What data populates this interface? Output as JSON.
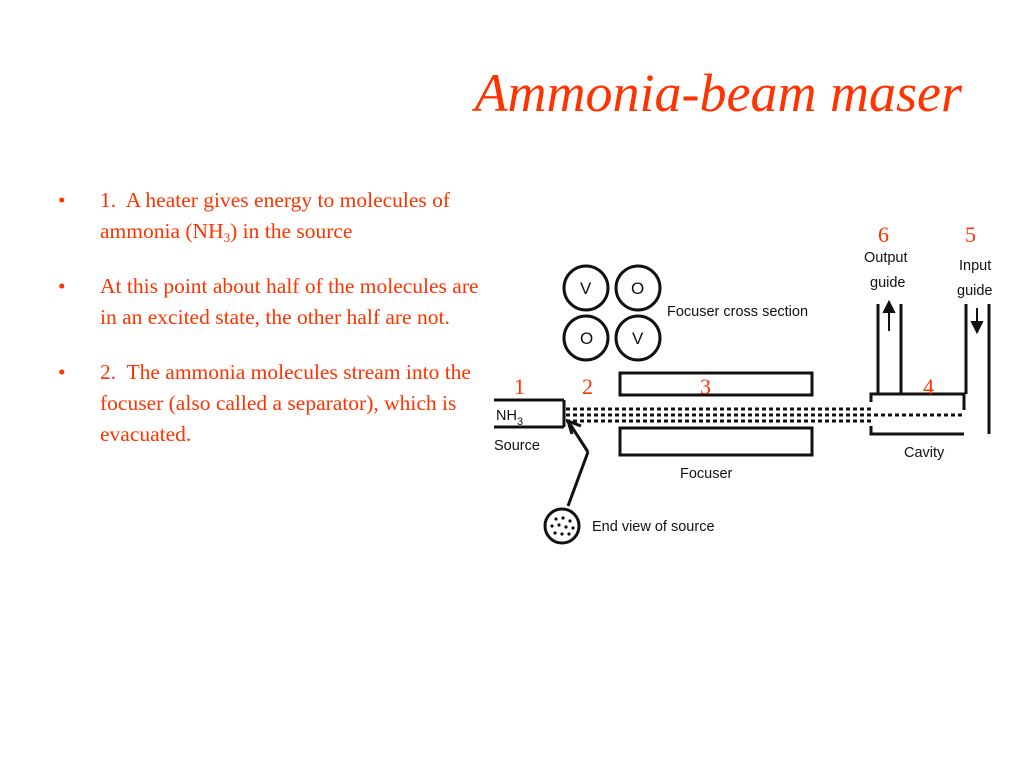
{
  "slide": {
    "title": "Ammonia-beam maser",
    "bullets": [
      {
        "text_html": "1.&nbsp; A heater gives energy to molecules of ammonia (NH<sub>3</sub>) in the source"
      },
      {
        "text_html": "At this point about half of the molecules are in an excited state, the other half are not."
      },
      {
        "text_html": "2.&nbsp; The ammonia molecules stream into the focuser (also called a separator), which is evacuated."
      }
    ],
    "bullet_glyph": "•"
  },
  "diagram": {
    "numbers": [
      "1",
      "2",
      "3",
      "4",
      "5",
      "6"
    ],
    "labels": {
      "output_guide_l1": "Output",
      "output_guide_l2": "guide",
      "input_guide_l1": "Input",
      "input_guide_l2": "guide",
      "focuser_cross_section": "Focuser cross section",
      "nh3_base": "NH",
      "nh3_sub": "3",
      "source": "Source",
      "focuser": "Focuser",
      "cavity": "Cavity",
      "end_view": "End view of source"
    },
    "cross_section_letters": [
      "V",
      "O",
      "O",
      "V"
    ]
  },
  "colors": {
    "accent": "#ff3300",
    "line": "#111111"
  }
}
